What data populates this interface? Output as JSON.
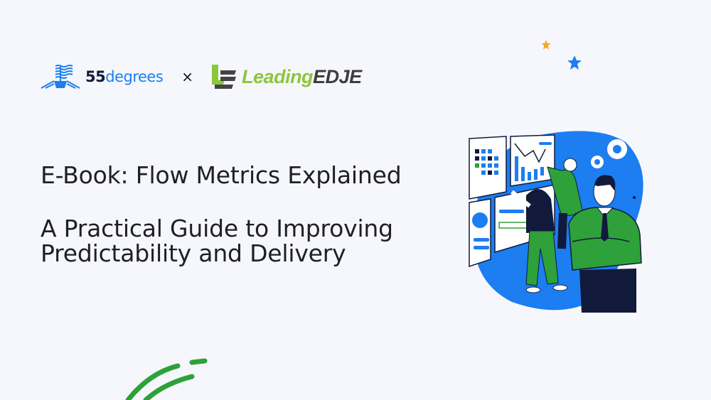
{
  "logos": {
    "partner1": {
      "number": "55",
      "word": "degrees"
    },
    "separator": "×",
    "partner2": {
      "light": "Leading",
      "bold": "EDJE"
    }
  },
  "headline": {
    "title": "E-Book: Flow Metrics Explained",
    "subtitle_line1": "A Practical Guide to Improving",
    "subtitle_line2": "Predictability and Delivery"
  },
  "colors": {
    "blue": "#1c7ef0",
    "green": "#2ea13a",
    "navy": "#111a3a",
    "lime": "#8cc63f",
    "star": "#f5a623"
  }
}
